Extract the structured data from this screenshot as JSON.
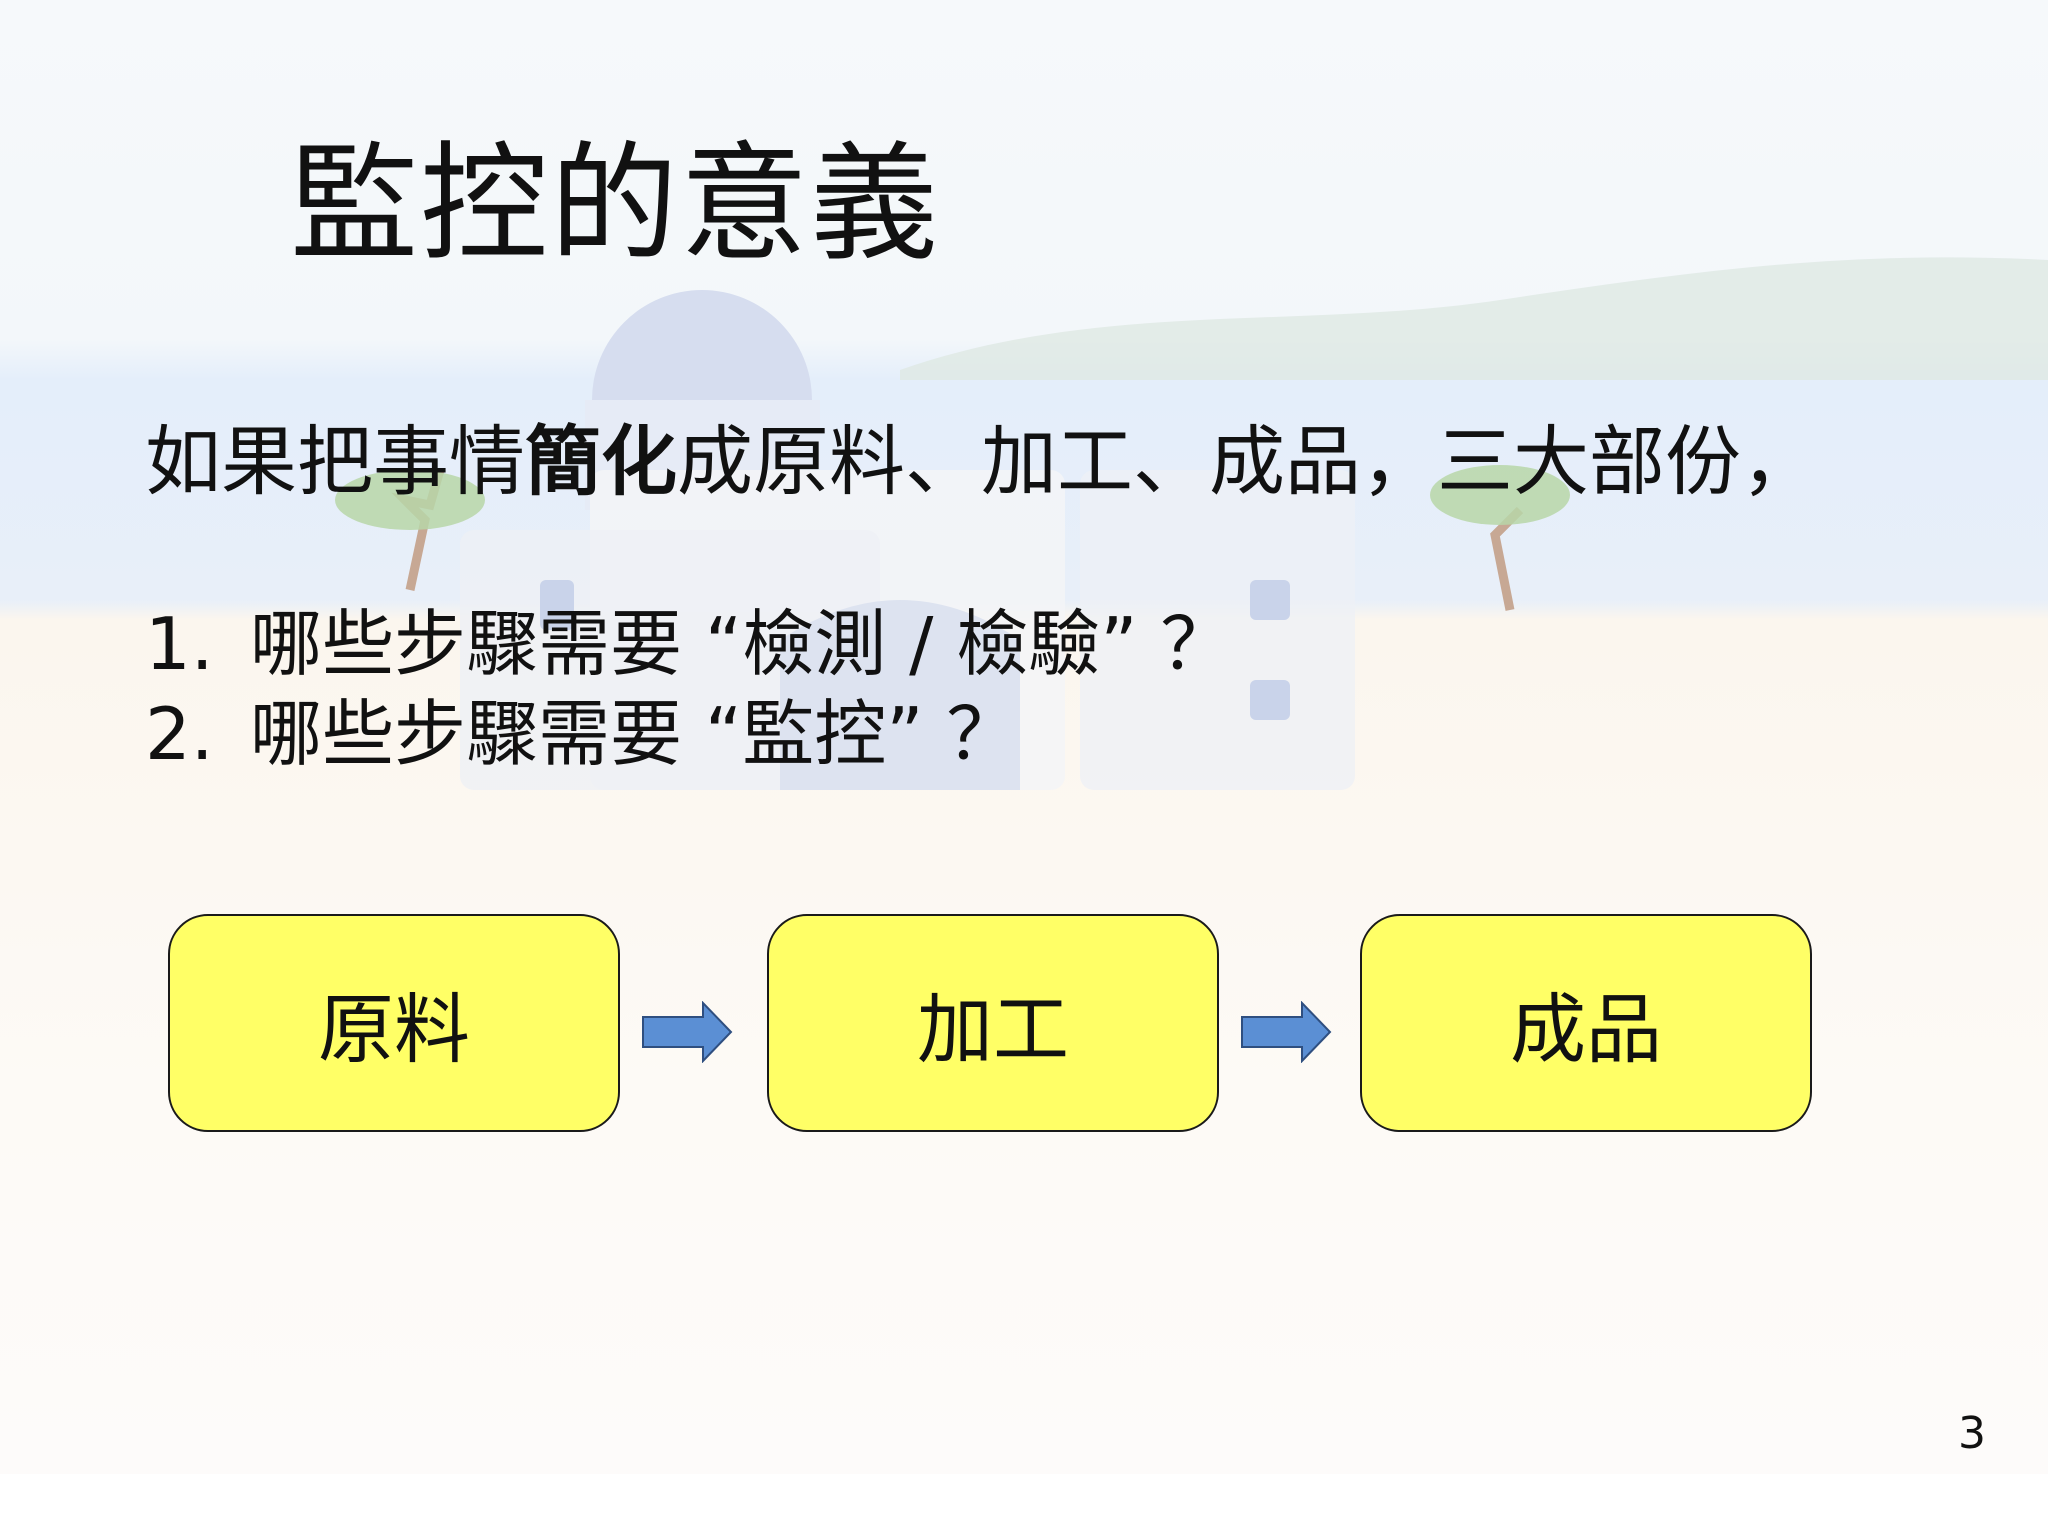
{
  "slide": {
    "title": "監控的意義",
    "intro": {
      "before": "如果把事情",
      "emphasis": "簡化",
      "after": "成原料、加工、成品，三大部份，"
    },
    "questions": [
      {
        "number": "1.",
        "text": "哪些步驟需要 “檢測 / 檢驗” ？"
      },
      {
        "number": "2.",
        "text": "哪些步驟需要 “監控” ？"
      }
    ],
    "flow": [
      "原料",
      "加工",
      "成品"
    ],
    "page_number": "3"
  },
  "colors": {
    "box_fill": "#ffff66",
    "arrow_fill": "#5b8fd4"
  }
}
